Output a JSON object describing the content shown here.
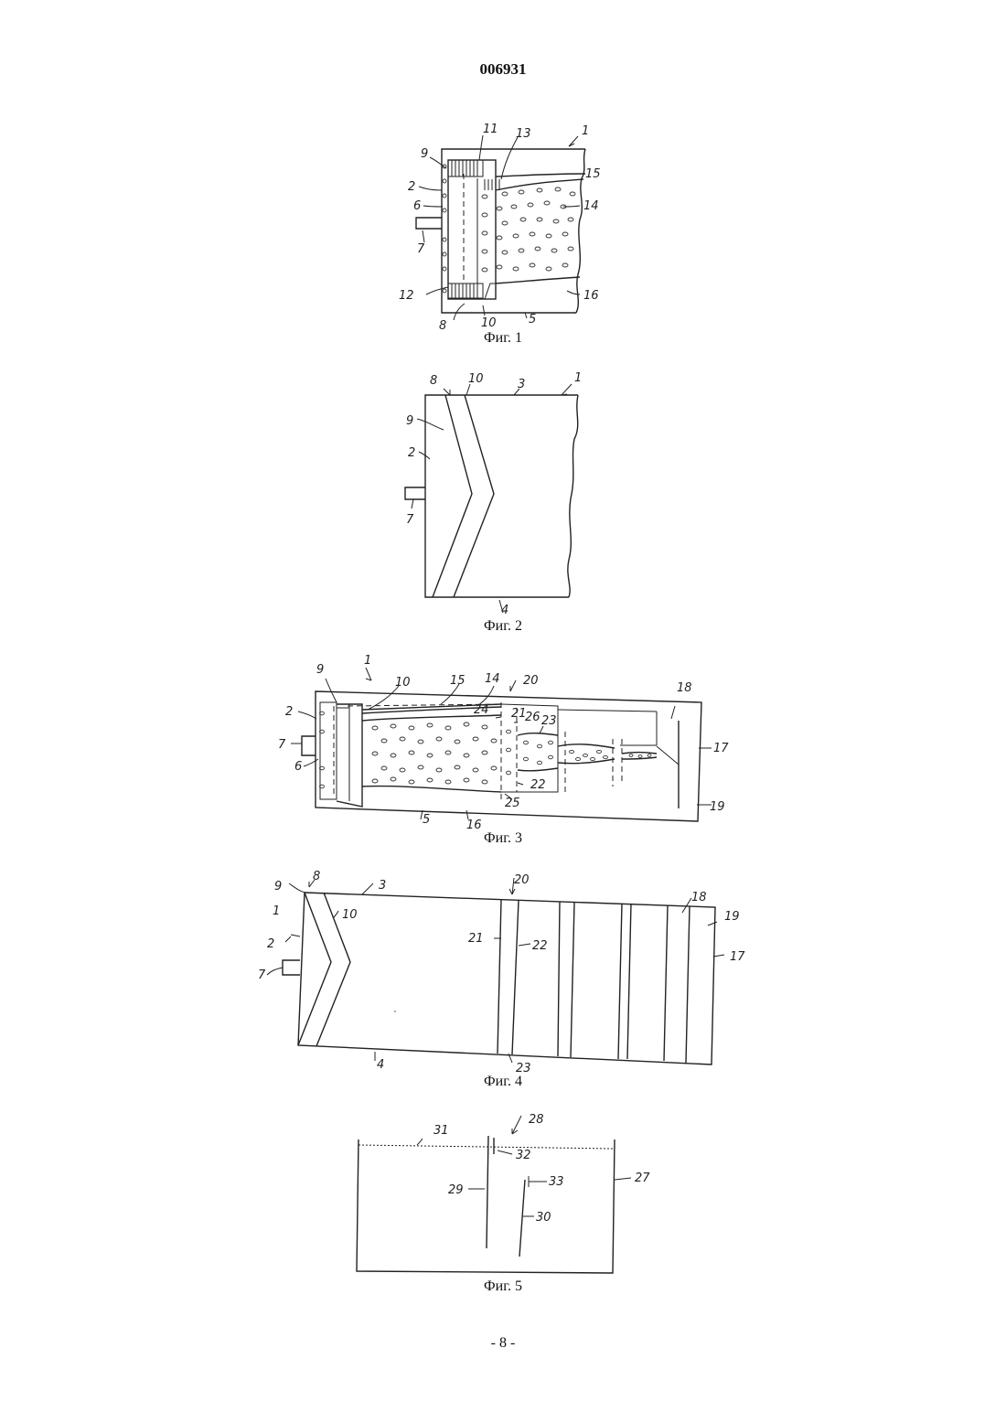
{
  "header": {
    "doc_number": "006931"
  },
  "footer": {
    "page_number": "- 8 -"
  },
  "figures": [
    {
      "caption": "Фиг. 1",
      "labels": {
        "l1": "1",
        "l2": "2",
        "l5": "5",
        "l6": "6",
        "l7": "7",
        "l8": "8",
        "l9": "9",
        "l10": "10",
        "l11": "11",
        "l12": "12",
        "l13": "13",
        "l14": "14",
        "l15": "15",
        "l16": "16"
      }
    },
    {
      "caption": "Фиг. 2",
      "labels": {
        "l1": "1",
        "l2": "2",
        "l3": "3",
        "l4": "4",
        "l7": "7",
        "l8": "8",
        "l9": "9",
        "l10": "10"
      }
    },
    {
      "caption": "Фиг. 3",
      "labels": {
        "l1": "1",
        "l2": "2",
        "l5": "5",
        "l6": "6",
        "l7": "7",
        "l9": "9",
        "l10": "10",
        "l14": "14",
        "l15": "15",
        "l16": "16",
        "l17": "17",
        "l18": "18",
        "l19": "19",
        "l20": "20",
        "l21": "21",
        "l22": "22",
        "l23": "23",
        "l24": "24",
        "l25": "25",
        "l26": "26"
      }
    },
    {
      "caption": "Фиг. 4",
      "labels": {
        "l1": "1",
        "l2": "2",
        "l3": "3",
        "l4": "4",
        "l7": "7",
        "l8": "8",
        "l9": "9",
        "l10": "10",
        "l17": "17",
        "l18": "18",
        "l19": "19",
        "l20": "20",
        "l21": "21",
        "l22": "22",
        "l23": "23"
      }
    },
    {
      "caption": "Фиг. 5",
      "labels": {
        "l27": "27",
        "l28": "28",
        "l29": "29",
        "l30": "30",
        "l31": "31",
        "l32": "32",
        "l33": "33"
      }
    }
  ]
}
